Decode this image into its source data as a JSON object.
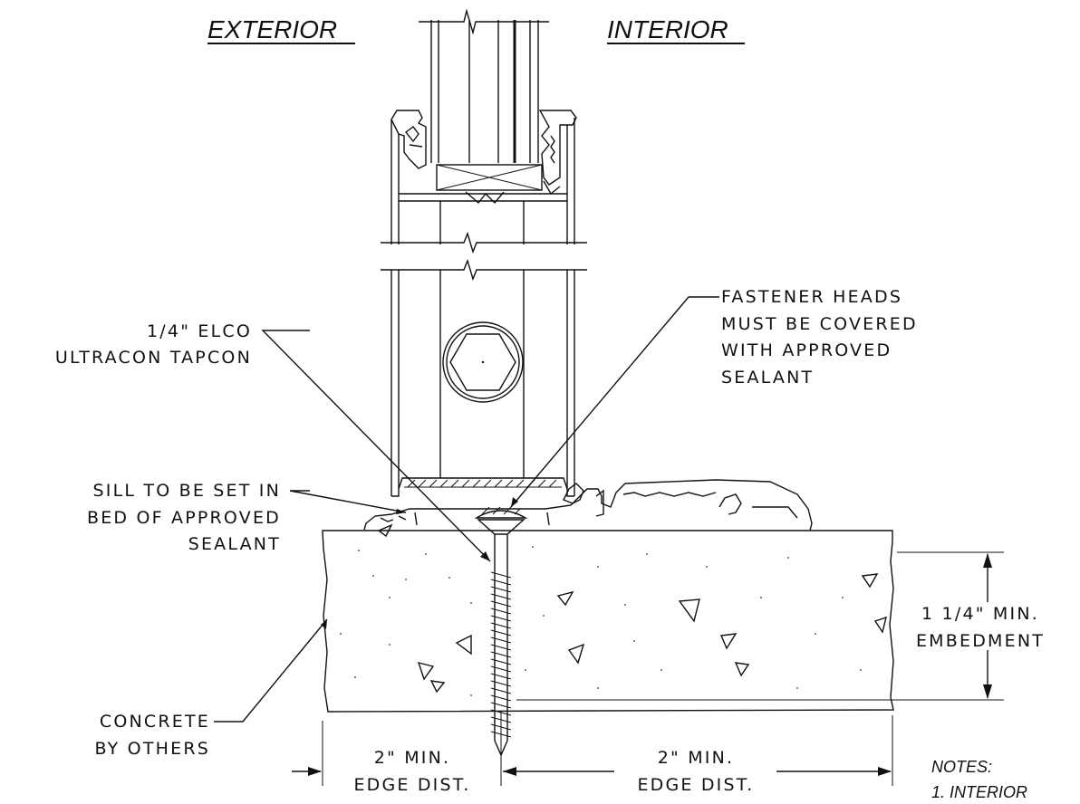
{
  "headings": {
    "exterior": "EXTERIOR",
    "interior": "INTERIOR"
  },
  "callouts": {
    "fastener": [
      "1/4\" ELCO",
      "ULTRACON TAPCON"
    ],
    "heads": [
      "FASTENER HEADS",
      "MUST BE COVERED",
      "WITH APPROVED",
      "SEALANT"
    ],
    "sill": [
      "SILL TO BE SET IN",
      "BED OF APPROVED",
      "SEALANT"
    ],
    "concrete": [
      "CONCRETE",
      "BY OTHERS"
    ],
    "embedment": [
      "1 1/4\" MIN.",
      "EMBEDMENT"
    ]
  },
  "dimensions": {
    "left": [
      "2\" MIN.",
      "EDGE DIST."
    ],
    "right": [
      "2\" MIN.",
      "EDGE DIST."
    ]
  },
  "notes": {
    "title": "NOTES:",
    "item1": "1. INTERIOR"
  }
}
